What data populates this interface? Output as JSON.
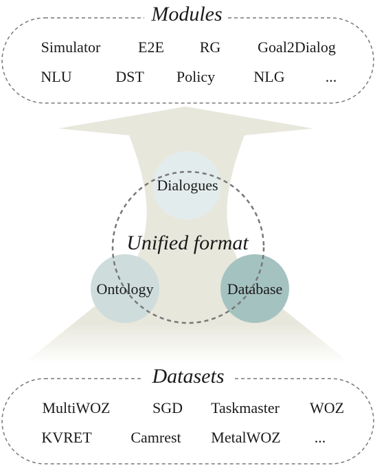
{
  "modules": {
    "title": "Modules",
    "items": [
      "Simulator",
      "E2E",
      "RG",
      "Goal2Dialog",
      "NLU",
      "DST",
      "Policy",
      "NLG",
      "..."
    ]
  },
  "center": {
    "title": "Unified format",
    "dialogues": "Dialogues",
    "ontology": "Ontology",
    "database": "Database"
  },
  "datasets": {
    "title": "Datasets",
    "items": [
      "MultiWOZ",
      "SGD",
      "Taskmaster",
      "WOZ",
      "KVRET",
      "Camrest",
      "MetalWOZ",
      "..."
    ]
  },
  "colors": {
    "arrow": "#e8e7dc",
    "dialogues": "#e3ecec",
    "ontology": "#cedcdc",
    "database": "#a4c2c0",
    "dashes": "#777777"
  }
}
